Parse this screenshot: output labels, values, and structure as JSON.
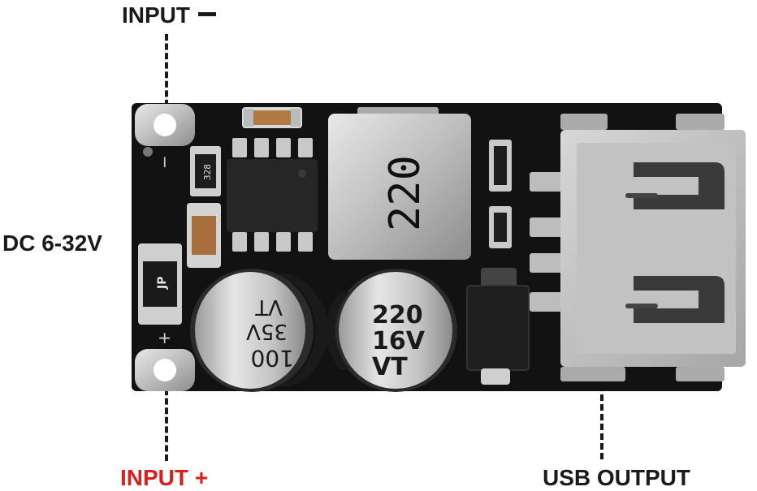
{
  "labels": {
    "input_negative": "INPUT",
    "input_positive": "INPUT +",
    "voltage_range": "DC 6-32V",
    "usb_output": "USB OUTPUT"
  },
  "board": {
    "inductor_marking": "220",
    "cap_left_marking": [
      "VT",
      "35V",
      "100"
    ],
    "cap_right_marking": [
      "220",
      "16V",
      "VT"
    ],
    "jumper_marking": "JP",
    "smd_marking": "328",
    "pad_negative_mark": "−",
    "pad_positive_mark": "+"
  },
  "colors": {
    "label_text": "#1a1a1a",
    "input_positive_text": "#d8201e",
    "pcb": "#121212",
    "pad_silver": "#c9c9c9"
  }
}
